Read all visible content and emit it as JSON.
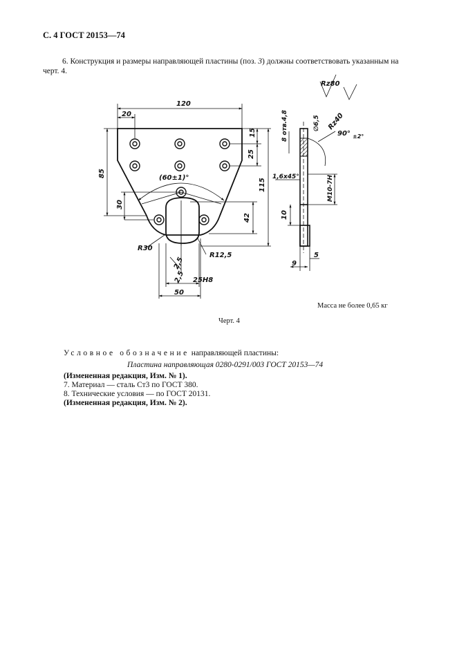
{
  "header": "С. 4 ГОСТ 20153—74",
  "paragraph": {
    "number": "6.",
    "text_before": " Конструкция и размеры направляющей пластины (поз. ",
    "pos": "3",
    "text_after": ") должны соответствовать указанным на черт. 4."
  },
  "drawing": {
    "dims": {
      "d120": "120",
      "d20": "20",
      "d15": "15",
      "d25": "25",
      "d85": "85",
      "d115": "115",
      "d30": "30",
      "d42": "42",
      "angle": "(60±1)°",
      "r30": "R30",
      "r12": "R12,5",
      "d25a": "2,5",
      "d25b": "2,5",
      "h25": "25H8",
      "d50": "50",
      "rough": "Rz80",
      "rz40": "Rz40",
      "a90": "90°",
      "tol": "±2°",
      "d48": "8 отв.4,8",
      "d65": "∅6,5",
      "chamfer": "1,6x45°",
      "m10": "M10-7H",
      "d10": "10",
      "d9": "9",
      "d5": "5"
    }
  },
  "mass_note": "Масса не более 0,65 кг",
  "caption": "Черт. 4",
  "designation": {
    "label_spaced": "Условное обозначение",
    "label_rest": " направляющей пластины:",
    "example": "Пластина направляющая 0280-0291/003 ГОСТ 20153—74"
  },
  "amend1": "(Измененная редакция, Изм. № 1).",
  "item7": "7. Материал — сталь Ст3 по ГОСТ 380.",
  "item8": "8. Технические условия — по ГОСТ 20131.",
  "amend2": "(Измененная редакция, Изм. № 2)."
}
